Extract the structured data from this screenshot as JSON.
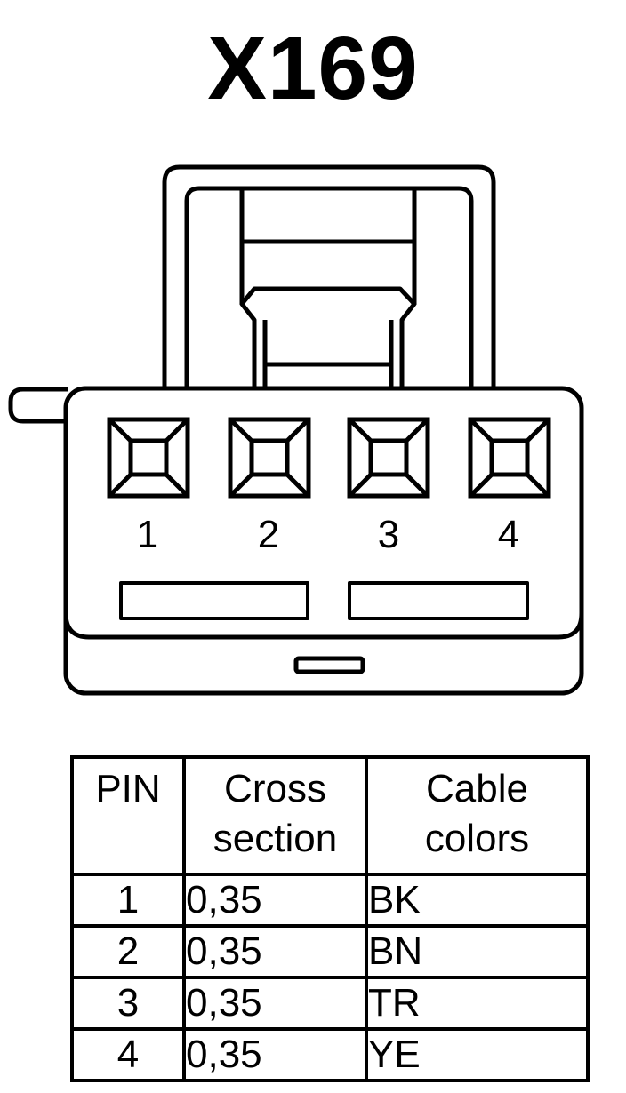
{
  "connector": {
    "title": "X169",
    "pin_labels": [
      "1",
      "2",
      "3",
      "4"
    ]
  },
  "table": {
    "headers": {
      "pin": "PIN",
      "cross_section": [
        "Cross",
        "section"
      ],
      "cable_colors": [
        "Cable",
        "colors"
      ]
    },
    "rows": [
      {
        "pin": "1",
        "cross_section": "0,35",
        "color": "BK"
      },
      {
        "pin": "2",
        "cross_section": "0,35",
        "color": "BN"
      },
      {
        "pin": "3",
        "cross_section": "0,35",
        "color": "TR"
      },
      {
        "pin": "4",
        "cross_section": "0,35",
        "color": "YE"
      }
    ]
  }
}
